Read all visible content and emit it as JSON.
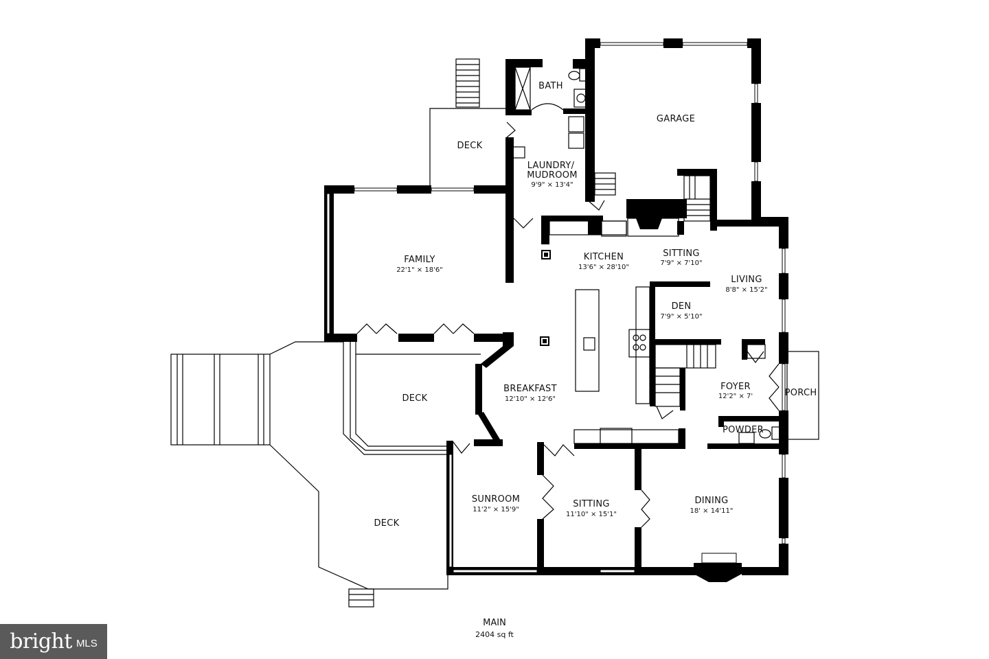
{
  "rooms": [
    {
      "id": "bath",
      "name": "BATH",
      "dim": ""
    },
    {
      "id": "garage",
      "name": "GARAGE",
      "dim": ""
    },
    {
      "id": "deck-top",
      "name": "DECK",
      "dim": ""
    },
    {
      "id": "laundry",
      "name": "LAUNDRY/",
      "name2": "MUDROOM",
      "dim": "9'9\" × 13'4\""
    },
    {
      "id": "family",
      "name": "FAMILY",
      "dim": "22'1\" × 18'6\""
    },
    {
      "id": "kitchen",
      "name": "KITCHEN",
      "dim": "13'6\" × 28'10\""
    },
    {
      "id": "sitting-top",
      "name": "SITTING",
      "dim": "7'9\" × 7'10\""
    },
    {
      "id": "living",
      "name": "LIVING",
      "dim": "8'8\" × 15'2\""
    },
    {
      "id": "den",
      "name": "DEN",
      "dim": "7'9\" × 5'10\""
    },
    {
      "id": "deck-mid",
      "name": "DECK",
      "dim": ""
    },
    {
      "id": "breakfast",
      "name": "BREAKFAST",
      "dim": "12'10\" × 12'6\""
    },
    {
      "id": "foyer",
      "name": "FOYER",
      "dim": "12'2\" × 7'"
    },
    {
      "id": "porch",
      "name": "PORCH",
      "dim": ""
    },
    {
      "id": "powder",
      "name": "POWDER",
      "dim": ""
    },
    {
      "id": "deck-low",
      "name": "DECK",
      "dim": ""
    },
    {
      "id": "sunroom",
      "name": "SUNROOM",
      "dim": "11'2\" × 15'9\""
    },
    {
      "id": "sitting-low",
      "name": "SITTING",
      "dim": "11'10\" × 15'1\""
    },
    {
      "id": "dining",
      "name": "DINING",
      "dim": "18' × 14'11\""
    }
  ],
  "floor": {
    "name": "MAIN",
    "area": "2404 sq ft"
  },
  "logo": {
    "brand": "bright",
    "suffix": "MLS"
  },
  "colors": {
    "wall": "#000000",
    "logo_bg": "#5a5a5a",
    "background": "#ffffff"
  }
}
